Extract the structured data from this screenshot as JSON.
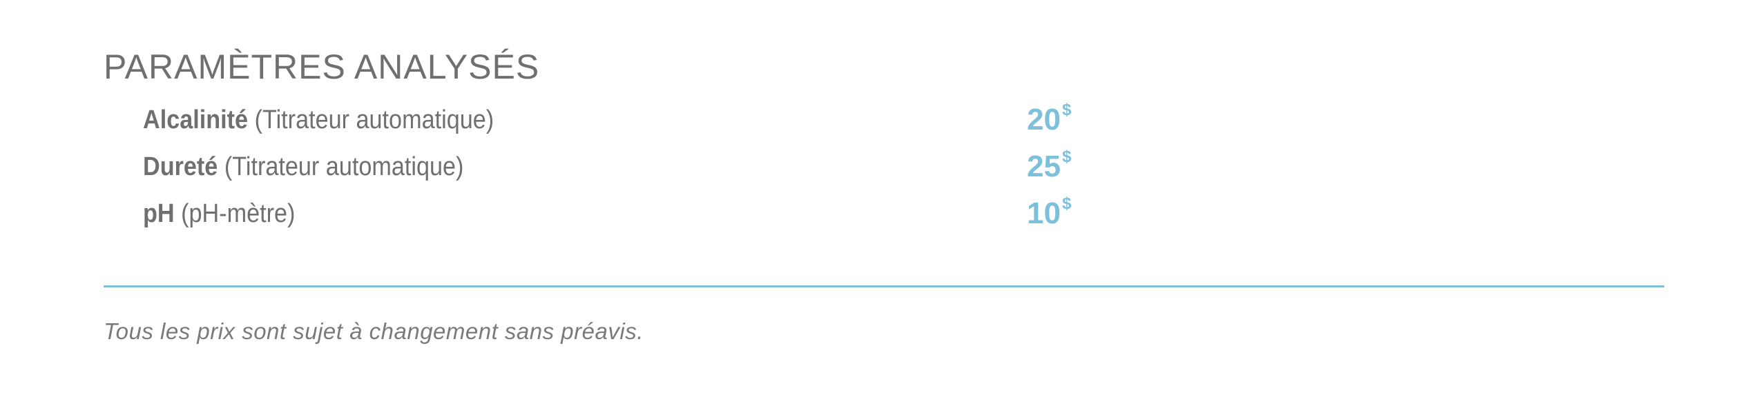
{
  "section": {
    "title": "PARAMÈTRES ANALYSÉS"
  },
  "parameters": [
    {
      "name": "Alcalinité",
      "method": "(Titrateur automatique)",
      "price": "20",
      "currency": "$"
    },
    {
      "name": "Dureté",
      "method": "(Titrateur automatique)",
      "price": "25",
      "currency": "$"
    },
    {
      "name": "pH",
      "method": "(pH-mètre)",
      "price": "10",
      "currency": "$"
    }
  ],
  "footer": {
    "disclaimer": "Tous les prix sont sujet à changement sans préavis."
  },
  "colors": {
    "text": "#6f6f6f",
    "accent": "#7cc0dc",
    "background": "#ffffff"
  }
}
